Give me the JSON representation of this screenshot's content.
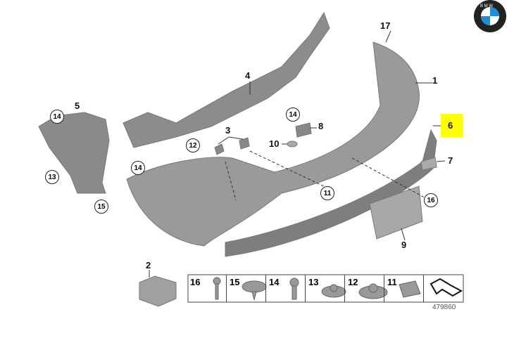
{
  "diagram": {
    "part_numbers": {
      "p1": "1",
      "p2": "2",
      "p3": "3",
      "p4": "4",
      "p5": "5",
      "p6": "6",
      "p7": "7",
      "p8": "8",
      "p9": "9",
      "p10": "10",
      "p11": "11",
      "p12": "12",
      "p13": "13",
      "p14a": "14",
      "p14b": "14",
      "p14c": "14",
      "p15": "15",
      "p16": "16",
      "p17": "17"
    },
    "highlighted_part": "6",
    "highlight_color": "#ffff00",
    "hardware_table": [
      "16",
      "15",
      "14",
      "13",
      "12",
      "11"
    ],
    "diagram_number": "479860",
    "logo": "BMW"
  }
}
